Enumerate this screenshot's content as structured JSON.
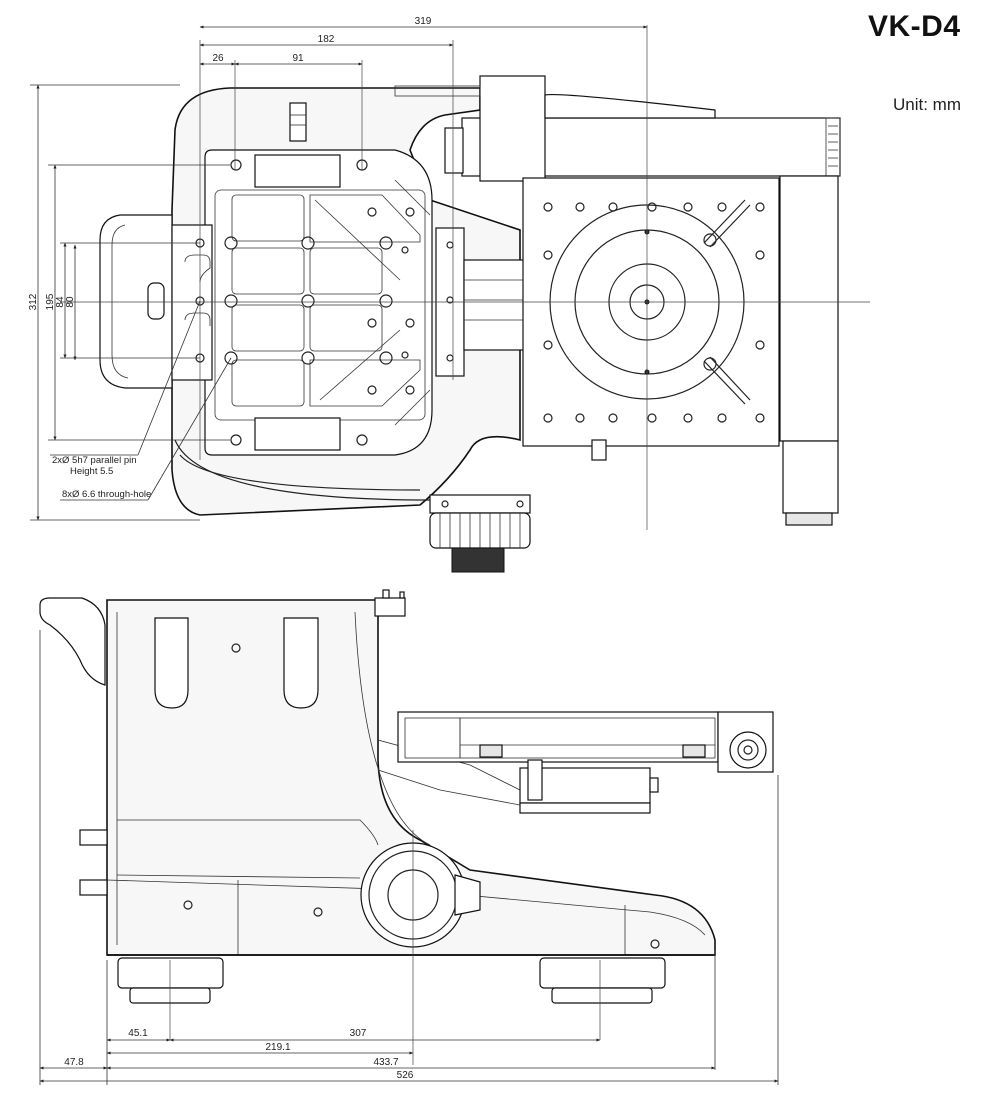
{
  "header": {
    "model": "VK-D4",
    "unit_label": "Unit: mm"
  },
  "top_view": {
    "dimensions": {
      "overall_width": "319",
      "stage_offset": "182",
      "pin_offset": "26",
      "hole_pitch": "91",
      "overall_depth": "312",
      "depth_195": "195",
      "depth_84": "84",
      "depth_80": "80"
    },
    "notes": {
      "pin_line1": "2xØ 5h7 parallel pin",
      "pin_line2": "Height 5.5",
      "hole": "8xØ 6.6 through-hole"
    }
  },
  "side_view": {
    "dimensions": {
      "d_45_1": "45.1",
      "d_307": "307",
      "d_219_1": "219.1",
      "d_433_7": "433.7",
      "d_47_8": "47.8",
      "d_526": "526"
    }
  }
}
